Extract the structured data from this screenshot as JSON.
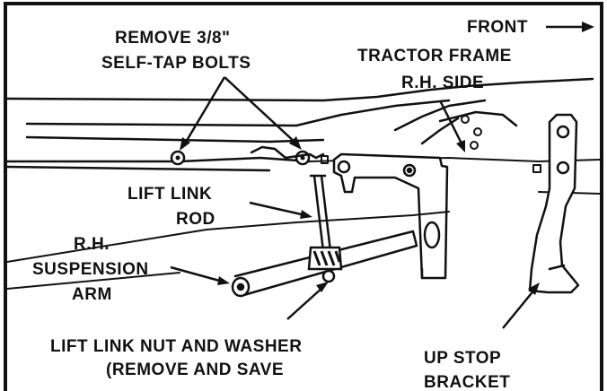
{
  "labels": {
    "front": "FRONT",
    "remove_bolts_1": "REMOVE 3/8\"",
    "remove_bolts_2": "SELF-TAP BOLTS",
    "tractor_frame_1": "TRACTOR FRAME",
    "tractor_frame_2": "R.H. SIDE",
    "lift_link_rod_1": "LIFT LINK",
    "lift_link_rod_2": "ROD",
    "suspension_arm_1": "R.H.",
    "suspension_arm_2": "SUSPENSION",
    "suspension_arm_3": "ARM",
    "lift_nut_1": "LIFT LINK NUT AND WASHER",
    "lift_nut_2": "(REMOVE AND SAVE",
    "up_stop_1": "UP STOP",
    "up_stop_2": "BRACKET"
  }
}
